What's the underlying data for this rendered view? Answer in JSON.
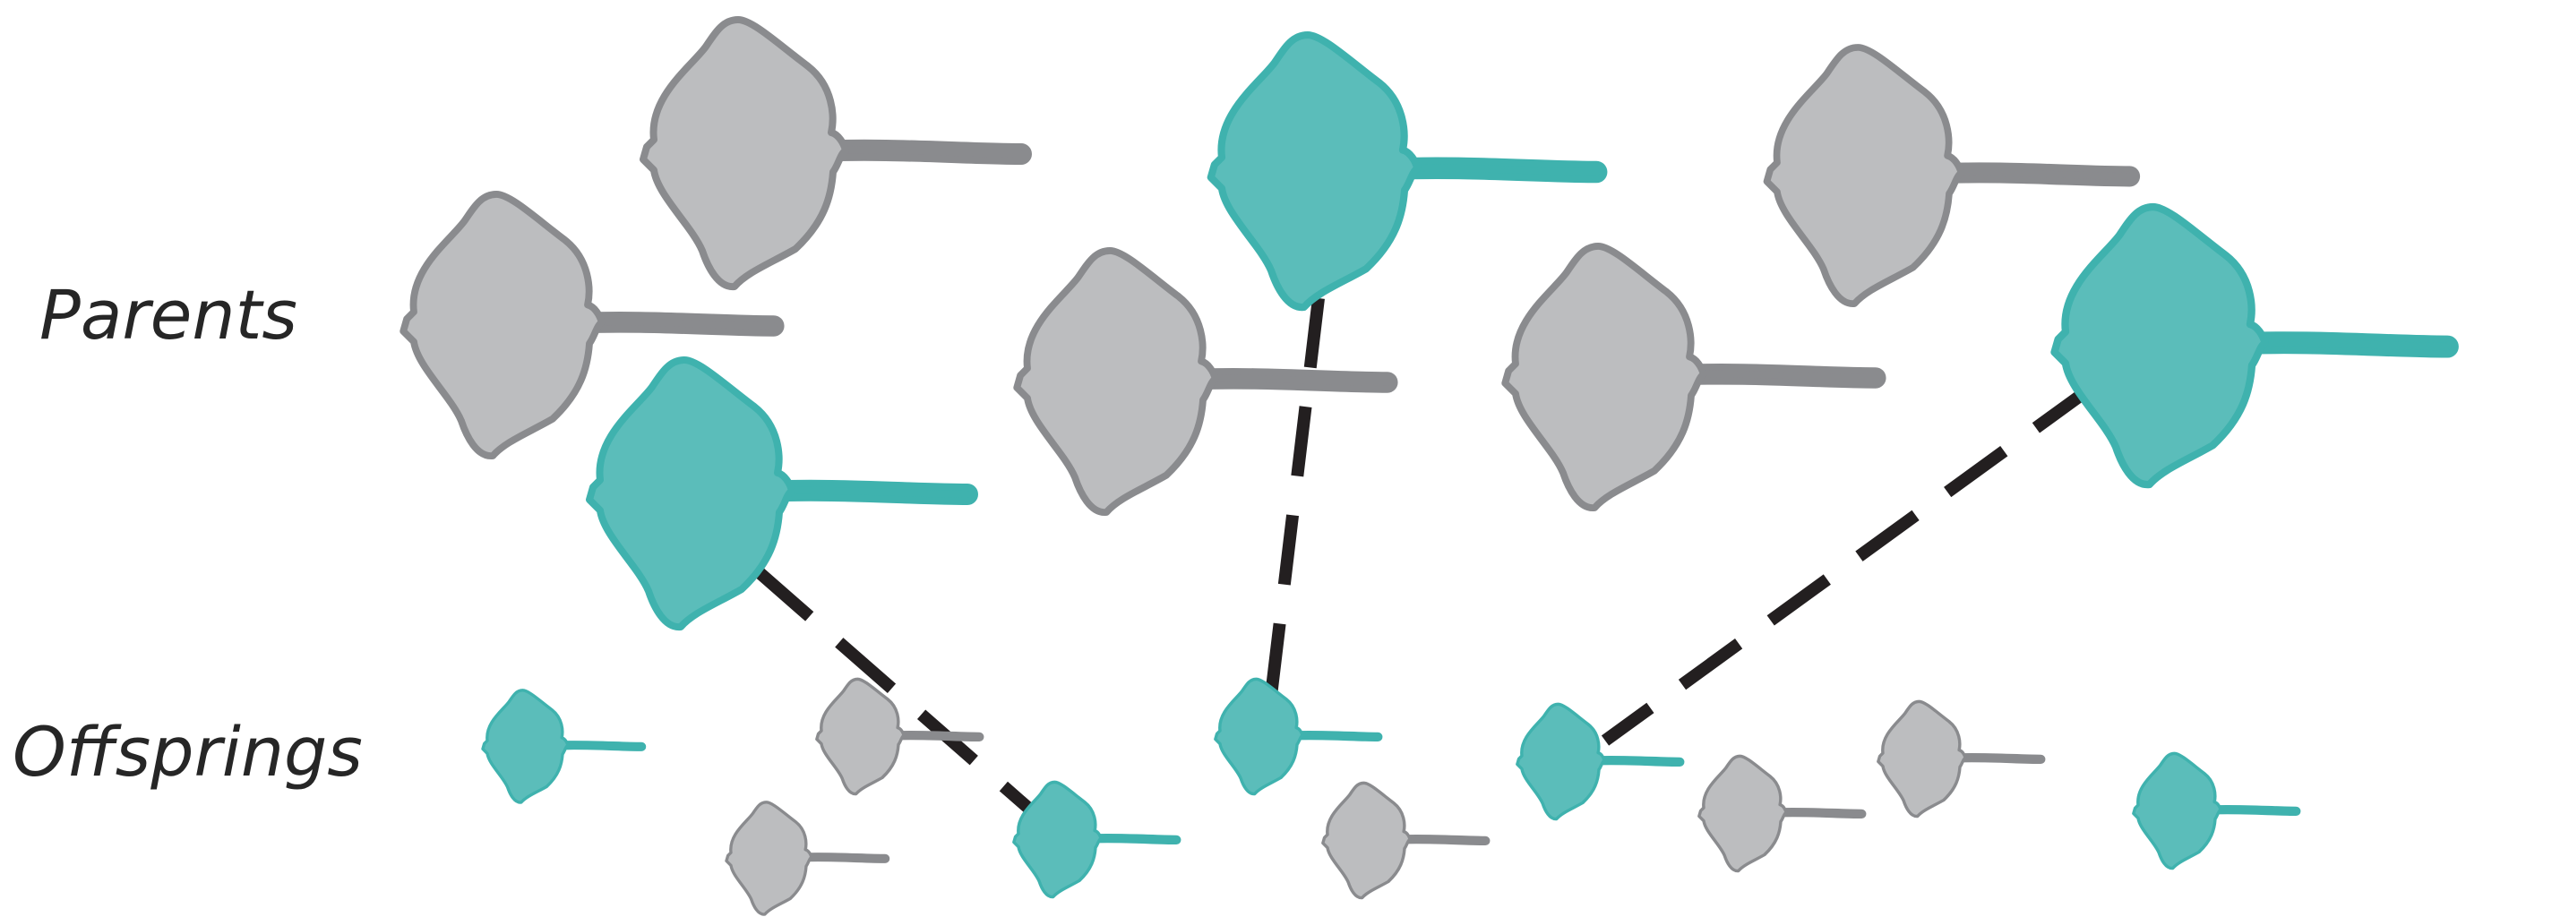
{
  "labels": {
    "parents": "Parents",
    "offspring": "Offsprings"
  },
  "colors": {
    "grey_fill": "#bcbdbf",
    "grey_outline": "#8a8b8e",
    "teal_fill": "#5bbdba",
    "teal_outline": "#3fb2ae",
    "line": "#231f20",
    "text": "#262626"
  },
  "icons": {
    "ray": "stingray-icon"
  },
  "parents": [
    {
      "id": "parent-1",
      "color": "grey"
    },
    {
      "id": "parent-2",
      "color": "grey"
    },
    {
      "id": "parent-3",
      "color": "teal"
    },
    {
      "id": "parent-4",
      "color": "teal"
    },
    {
      "id": "parent-5",
      "color": "grey"
    },
    {
      "id": "parent-6",
      "color": "grey"
    },
    {
      "id": "parent-7",
      "color": "grey"
    },
    {
      "id": "parent-8",
      "color": "teal"
    }
  ],
  "offspring": [
    {
      "id": "offspring-1",
      "color": "teal"
    },
    {
      "id": "offspring-2",
      "color": "grey"
    },
    {
      "id": "offspring-3",
      "color": "grey"
    },
    {
      "id": "offspring-4",
      "color": "teal"
    },
    {
      "id": "offspring-5",
      "color": "teal"
    },
    {
      "id": "offspring-6",
      "color": "grey"
    },
    {
      "id": "offspring-7",
      "color": "teal"
    },
    {
      "id": "offspring-8",
      "color": "grey"
    },
    {
      "id": "offspring-9",
      "color": "grey"
    },
    {
      "id": "offspring-10",
      "color": "teal"
    }
  ],
  "lineage_links": [
    {
      "parent": "parent-3",
      "offspring": "offspring-4"
    },
    {
      "parent": "parent-4",
      "offspring": "offspring-5"
    },
    {
      "parent": "parent-8",
      "offspring": "offspring-7"
    }
  ]
}
